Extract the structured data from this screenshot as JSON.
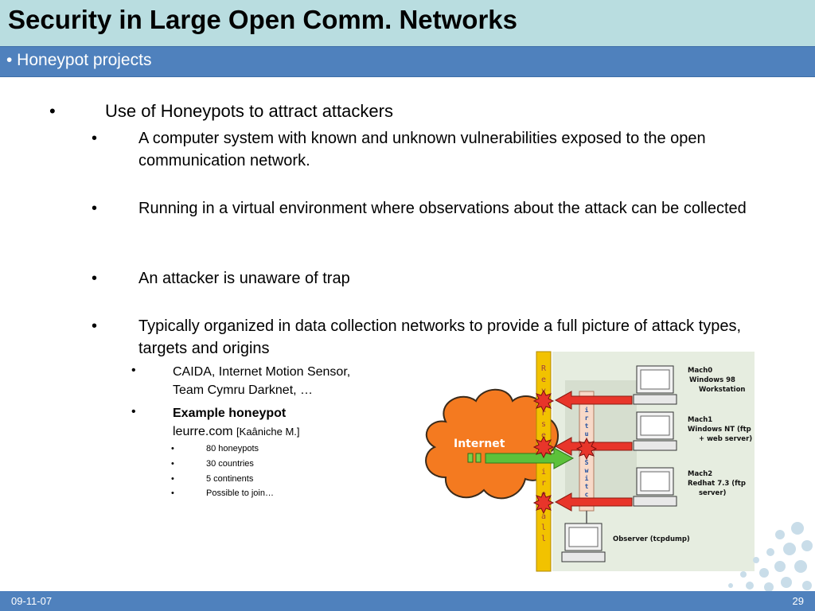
{
  "slide": {
    "title": "Security in Large Open Comm. Networks",
    "subtitle": "• Honeypot projects",
    "footer_date": "09-11-07",
    "page_number": "29"
  },
  "content": {
    "main_bullet": "Use of Honeypots to attract attackers",
    "sub_bullets": [
      "A computer system with known and unknown vulnerabilities exposed to the open communication network.",
      "Running in a virtual environment where observations about the attack can be collected",
      "An attacker is unaware of trap",
      "Typically organized in data collection networks to provide a full picture of attack types, targets and origins"
    ],
    "third_level": {
      "item1_line1": "CAIDA, Internet Motion Sensor,",
      "item1_line2": "Team Cymru Darknet, …",
      "item2_bold": "Example honeypot",
      "item2_line2": "leurre.com",
      "item2_ref": "[Kaâniche M.]"
    },
    "fourth_level": [
      "80 honeypots",
      "30 countries",
      "5 continents",
      "Possible to join…"
    ],
    "bullet_char": "•"
  },
  "diagram": {
    "internet_label": "Internet",
    "firewall_letters": [
      "R",
      "e",
      "v",
      "e",
      "r",
      "s",
      "e",
      "F",
      "i",
      "r",
      "e",
      "w",
      "a",
      "l",
      "l"
    ],
    "switch_letters": [
      "V",
      "i",
      "r",
      "t",
      "u",
      "a",
      "l",
      "S",
      "w",
      "i",
      "t",
      "c",
      "h"
    ],
    "machines": [
      {
        "name": "Mach0",
        "os_line1": "Windows 98",
        "os_line2": "Workstation"
      },
      {
        "name": "Mach1",
        "os_line1": "Windows NT (ftp",
        "os_line2": "+ web server)"
      },
      {
        "name": "Mach2",
        "os_line1": "Redhat 7.3 (ftp",
        "os_line2": "server)"
      }
    ],
    "observer_label": "Observer (tcpdump)",
    "colors": {
      "cloud": "#f47a20",
      "firewall": "#f2c200",
      "arrow_red": "#e8352a",
      "arrow_green": "#5cc13a",
      "panel": "#e6ede0"
    }
  }
}
